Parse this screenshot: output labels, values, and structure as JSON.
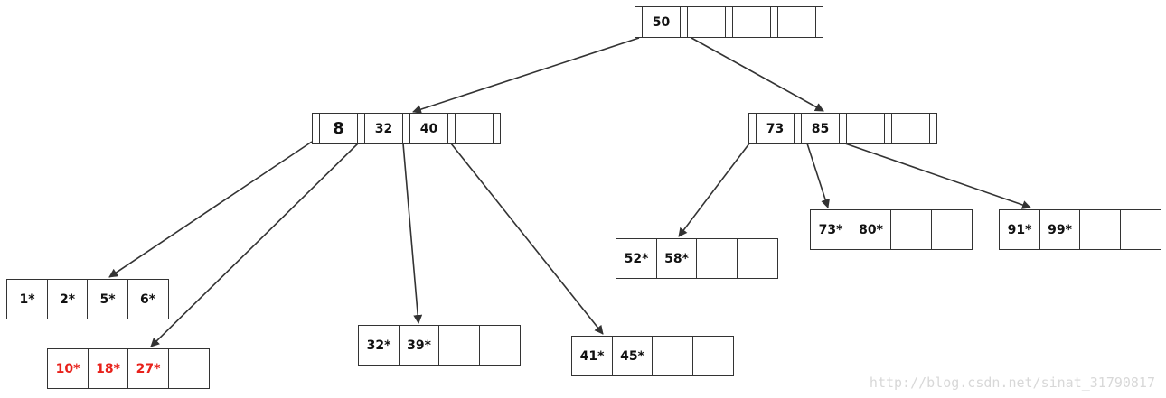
{
  "tree": {
    "root": {
      "keys": [
        "50",
        "",
        "",
        ""
      ]
    },
    "internal": [
      {
        "id": "int-left",
        "keys": [
          "8",
          "32",
          "40",
          ""
        ]
      },
      {
        "id": "int-right",
        "keys": [
          "73",
          "85",
          "",
          ""
        ]
      }
    ],
    "leaves": [
      {
        "id": "leaf-1",
        "keys": [
          "1*",
          "2*",
          "5*",
          "6*"
        ],
        "highlight": false
      },
      {
        "id": "leaf-2",
        "keys": [
          "10*",
          "18*",
          "27*",
          ""
        ],
        "highlight": true
      },
      {
        "id": "leaf-3",
        "keys": [
          "32*",
          "39*",
          "",
          ""
        ],
        "highlight": false
      },
      {
        "id": "leaf-4",
        "keys": [
          "41*",
          "45*",
          "",
          ""
        ],
        "highlight": false
      },
      {
        "id": "leaf-5",
        "keys": [
          "52*",
          "58*",
          "",
          ""
        ],
        "highlight": false
      },
      {
        "id": "leaf-6",
        "keys": [
          "73*",
          "80*",
          "",
          ""
        ],
        "highlight": false
      },
      {
        "id": "leaf-7",
        "keys": [
          "91*",
          "99*",
          "",
          ""
        ],
        "highlight": false
      }
    ]
  },
  "colors": {
    "line": "#333333",
    "highlight": "#e8211b"
  },
  "watermark": "http://blog.csdn.net/sinat_31790817"
}
